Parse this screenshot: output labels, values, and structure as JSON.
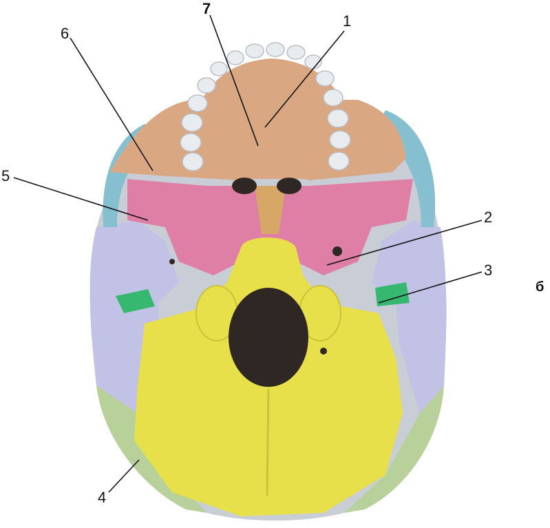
{
  "figure": {
    "panel_letter": "б",
    "labels": [
      "1",
      "2",
      "3",
      "4",
      "5",
      "6",
      "7"
    ],
    "colors": {
      "outline": "#c8cdd6",
      "palatine_maxilla": "#d9a882",
      "zygomatic": "#86c0d0",
      "sphenoid": "#e07fa5",
      "temporal": "#c2c2e6",
      "occipital": "#e8e04b",
      "parietal": "#b8d19a",
      "green_bone": "#37b870",
      "foramen": "#2e2723",
      "tooth": "#e9ecef",
      "vomer": "#d7a768"
    }
  }
}
